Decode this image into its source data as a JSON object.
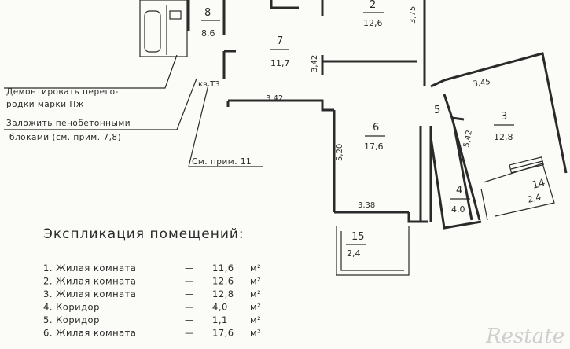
{
  "rooms": {
    "r8": {
      "num": "8",
      "area": "8,6"
    },
    "r7": {
      "num": "7",
      "area": "11,7"
    },
    "r2": {
      "num": "2",
      "area": "12,6"
    },
    "r6": {
      "num": "6",
      "area": "17,6"
    },
    "r3": {
      "num": "3",
      "area": "12,8"
    },
    "r4": {
      "num": "4",
      "area": "4,0"
    },
    "r5": {
      "num": "5"
    },
    "r14": {
      "num": "14",
      "area": "2,4"
    },
    "r15": {
      "num": "15",
      "area": "2,4"
    }
  },
  "dimensions": {
    "d1": "3,75",
    "d2": "3,42",
    "d3": "кв.Т3",
    "d4": "3,42",
    "d5": "5,20",
    "d6": "3,38",
    "d7": "3,45",
    "d8": "5,42"
  },
  "notes": {
    "demolish_line1": "Демонтировать перего-",
    "demolish_line2": "родки марки Пж",
    "brick_line1": "Заложить пенобетонными",
    "brick_line2": "блоками (см. прим. 7,8)",
    "see_note": "См. прим. 11"
  },
  "legend": {
    "title": "Экспликация помещений:",
    "items": [
      {
        "name": "1. Жилая комната",
        "dash": "—",
        "value": "11,6",
        "unit": "м²"
      },
      {
        "name": "2. Жилая комната",
        "dash": "—",
        "value": "12,6",
        "unit": "м²"
      },
      {
        "name": "3. Жилая комната",
        "dash": "—",
        "value": "12,8",
        "unit": "м²"
      },
      {
        "name": "4. Коридор",
        "dash": "—",
        "value": "4,0",
        "unit": "м²"
      },
      {
        "name": "5. Коридор",
        "dash": "—",
        "value": "1,1",
        "unit": "м²"
      },
      {
        "name": "6. Жилая комната",
        "dash": "—",
        "value": "17,6",
        "unit": "м²"
      }
    ]
  },
  "watermark": "Restate"
}
